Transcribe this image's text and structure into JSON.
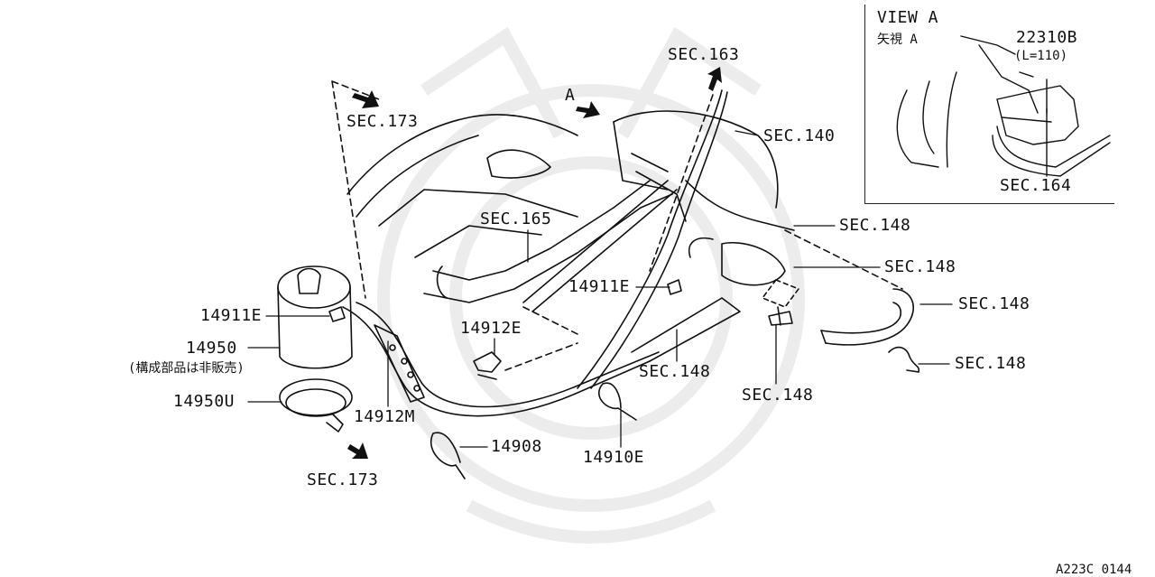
{
  "inset": {
    "view_label": "VIEW A",
    "view_label_jp": "矢視 A",
    "part": "22310B",
    "part_length": "(L=110)",
    "sec": "SEC.164"
  },
  "labels": {
    "sec173_top": "SEC.173",
    "arrow_a": "A",
    "sec163": "SEC.163",
    "sec140": "SEC.140",
    "sec165": "SEC.165",
    "sec148_1": "SEC.148",
    "sec148_2": "SEC.148",
    "sec148_3": "SEC.148",
    "sec148_4": "SEC.148",
    "sec148_5": "SEC.148",
    "sec148_6": "SEC.148",
    "p14911e_left": "14911E",
    "p14911e_mid": "14911E",
    "p14912e": "14912E",
    "p14950": "14950",
    "p14950_note": "(構成部品は非販売)",
    "p14950u": "14950U",
    "p14912m": "14912M",
    "p14908": "14908",
    "p14910e": "14910E",
    "sec173_bottom": "SEC.173",
    "ref_code": "A223C 0144"
  }
}
